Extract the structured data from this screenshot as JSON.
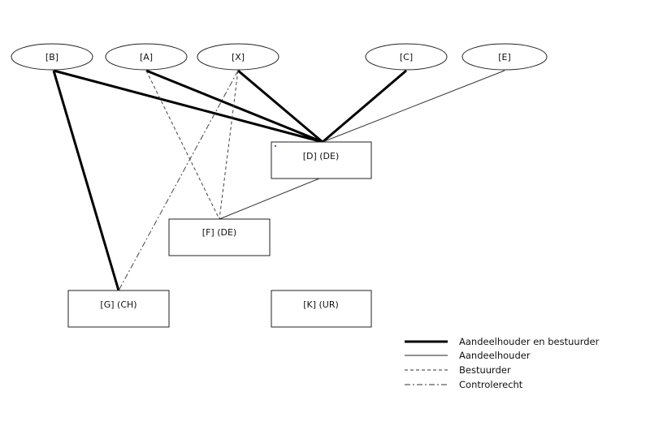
{
  "persons": [
    {
      "id": "B",
      "label": "[B]"
    },
    {
      "id": "A",
      "label": "[A]"
    },
    {
      "id": "X",
      "label": "[X]"
    },
    {
      "id": "C",
      "label": "[C]"
    },
    {
      "id": "E",
      "label": "[E]"
    }
  ],
  "companies": [
    {
      "id": "D",
      "label": "[D] (DE)"
    },
    {
      "id": "F",
      "label": "[F] (DE)"
    },
    {
      "id": "G",
      "label": "[G] (CH)"
    },
    {
      "id": "K",
      "label": "[K] (UR)"
    }
  ],
  "relations": [
    {
      "from": "B",
      "to": "D",
      "type": "shareholder_director"
    },
    {
      "from": "A",
      "to": "D",
      "type": "shareholder_director"
    },
    {
      "from": "X",
      "to": "D",
      "type": "shareholder_director"
    },
    {
      "from": "C",
      "to": "D",
      "type": "shareholder_director"
    },
    {
      "from": "E",
      "to": "D",
      "type": "shareholder"
    },
    {
      "from": "B",
      "to": "G",
      "type": "shareholder_director"
    },
    {
      "from": "A",
      "to": "F",
      "type": "director"
    },
    {
      "from": "X",
      "to": "F",
      "type": "director"
    },
    {
      "from": "D",
      "to": "F",
      "type": "shareholder"
    },
    {
      "from": "X",
      "to": "G",
      "type": "control"
    }
  ],
  "legend": [
    {
      "type": "shareholder_director",
      "label": "Aandeelhouder en bestuurder"
    },
    {
      "type": "shareholder",
      "label": "Aandeelhouder"
    },
    {
      "type": "director",
      "label": "Bestuurder"
    },
    {
      "type": "control",
      "label": "Controlerecht"
    }
  ]
}
